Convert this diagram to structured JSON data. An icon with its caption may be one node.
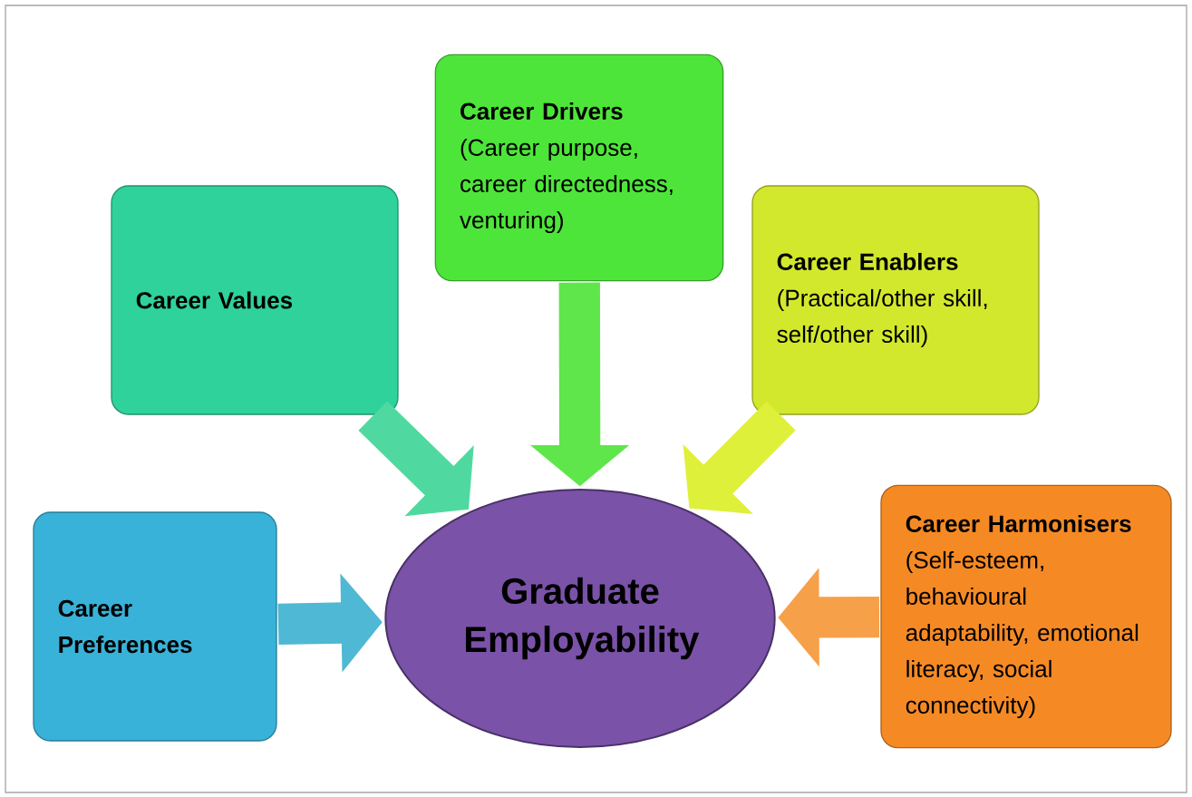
{
  "diagram": {
    "nodes": [
      {
        "text": [
          "Career Values"
        ]
      },
      {
        "text": [
          "Career Drivers",
          "(Career purpose, career directedness, venturing)"
        ]
      },
      {
        "text": [
          "Career Enablers",
          "(Practical/other skill, self/other skill)"
        ]
      },
      {
        "text": [
          "Career Preferences"
        ]
      },
      {
        "text": [
          "Graduate Employability"
        ]
      },
      {
        "text": [
          "Career Harmonisers",
          "(Self-esteem, behavioural adaptability, emotional literacy, social connectivity)"
        ]
      }
    ],
    "edges": [
      {
        "from": 0,
        "to": 4,
        "arrow": "to",
        "color": "#4fd9a0"
      },
      {
        "from": 1,
        "to": 4,
        "arrow": "to",
        "color": "#5fe64a"
      },
      {
        "from": 2,
        "to": 4,
        "arrow": "to",
        "color": "#dff03a"
      },
      {
        "from": 3,
        "to": 4,
        "arrow": "to",
        "color": "#4fb8d4"
      },
      {
        "from": 5,
        "to": 4,
        "arrow": "to",
        "color": "#f7a04a"
      }
    ]
  }
}
